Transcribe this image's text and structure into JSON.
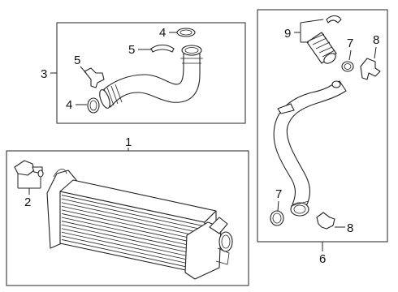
{
  "callouts": {
    "c1": "1",
    "c2": "2",
    "c3": "3",
    "c4a": "4",
    "c4b": "4",
    "c5a": "5",
    "c5b": "5",
    "c6": "6",
    "c7a": "7",
    "c7b": "7",
    "c8a": "8",
    "c8b": "8",
    "c9": "9"
  }
}
